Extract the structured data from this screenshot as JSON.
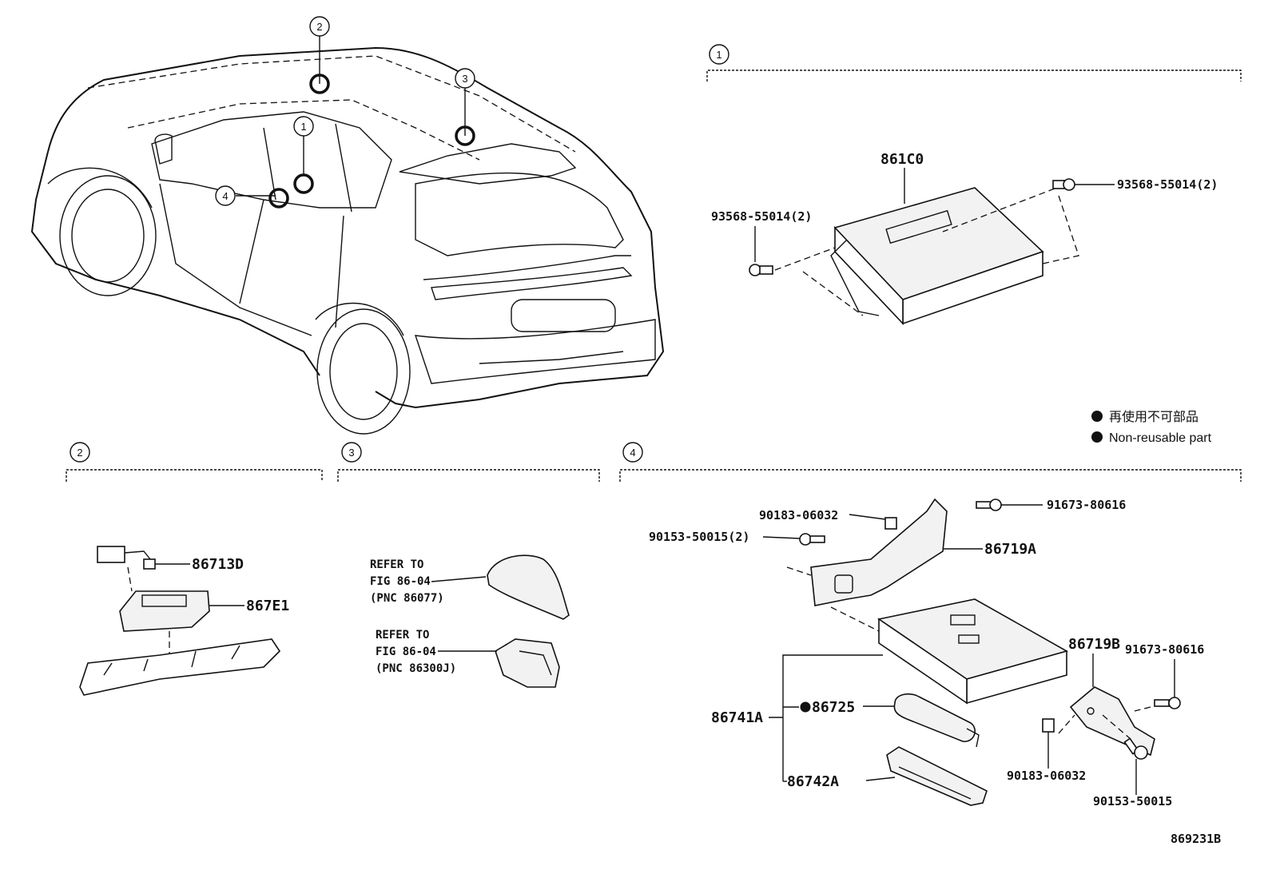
{
  "diagram": {
    "id": "869231B",
    "legend": {
      "jp": "再使用不可部品",
      "en": "Non-reusable part"
    },
    "sections": [
      {
        "number": "1"
      },
      {
        "number": "2"
      },
      {
        "number": "3"
      },
      {
        "number": "4"
      }
    ],
    "car_callouts": [
      "2",
      "3",
      "1",
      "4"
    ],
    "parts": {
      "s1_main": "861C0",
      "s1_bolt_left": "93568-55014(2)",
      "s1_bolt_right": "93568-55014(2)",
      "s2_a": "86713D",
      "s2_b": "867E1",
      "s3_ref1": [
        "REFER TO",
        "FIG 86-04",
        "(PNC 86077)"
      ],
      "s3_ref2": [
        "REFER TO",
        "FIG 86-04",
        "(PNC 86300J)"
      ],
      "s4_clip_top": "90183-06032",
      "s4_bolt_top_left": "90153-50015(2)",
      "s4_bolt_top_right": "91673-80616",
      "s4_bracket_a": "86719A",
      "s4_bracket_b": "86719B",
      "s4_bolt_right": "91673-80616",
      "s4_assy": "86741A",
      "s4_battery": "86725",
      "s4_cover": "86742A",
      "s4_clip_bottom": "90183-06032",
      "s4_bolt_bottom": "90153-50015"
    }
  }
}
